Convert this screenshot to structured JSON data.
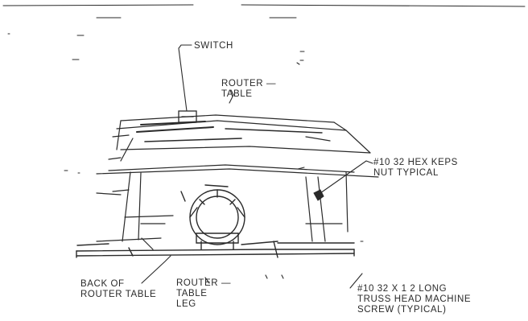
{
  "labels": {
    "switch": "SWITCH",
    "router_table": "ROUTER —\nTABLE",
    "hex_keps_nut": "#10 32 HEX KEPS\nNUT TYPICAL",
    "back_of_router_table": "BACK OF\nROUTER TABLE",
    "router_table_leg": "ROUTER —\nTABLE\nLEG",
    "truss_head_screw": "#10 32 X 1 2 LONG\nTRUSS HEAD MACHINE\nSCREW (TYPICAL)"
  },
  "colors": {
    "ink": "#2a2a2a",
    "paper": "#ffffff"
  }
}
